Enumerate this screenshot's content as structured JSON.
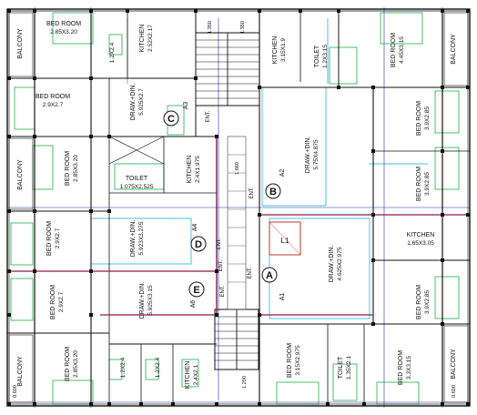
{
  "rooms": [
    {
      "id": "bed-tl-1",
      "name": "BED ROOM",
      "dim": "2.85X3.20",
      "color": "#111111",
      "rot": 0
    },
    {
      "id": "kitchen-tl",
      "name": "KITCHEN",
      "dim": "2.52X2.17",
      "color": "#1e5cc8",
      "rot": -90
    },
    {
      "id": "wc-tl",
      "name": "",
      "dim": "1.2X2.4",
      "color": "#111111",
      "rot": -90
    },
    {
      "id": "bed-l-2",
      "name": "BED ROOM",
      "dim": "2.9X2.7",
      "color": "#111111",
      "rot": 0
    },
    {
      "id": "draw-tl",
      "name": "DRAW.+DIN.",
      "dim": "5.925X2.7",
      "color": "#111111",
      "rot": -90
    },
    {
      "id": "bed-l-3",
      "name": "BED ROOM",
      "dim": "2.85X3.20",
      "color": "#111111",
      "rot": -90
    },
    {
      "id": "toilet-l",
      "name": "TOILET",
      "dim": "1.075X2.525",
      "color": "#1a9a3a",
      "rot": 0
    },
    {
      "id": "kitchen-l",
      "name": "KITCHEN",
      "dim": "2.4X1.975",
      "color": "#1e5cc8",
      "rot": -90
    },
    {
      "id": "bed-l-4",
      "name": "BED ROOM",
      "dim": "2.9X2.7",
      "color": "#111111",
      "rot": -90
    },
    {
      "id": "draw-l",
      "name": "DRAW.+DIN.",
      "dim": "5.923X3.275",
      "color": "#111111",
      "rot": -90
    },
    {
      "id": "bed-l-5",
      "name": "BED ROOM",
      "dim": "2.9X2.7",
      "color": "#111111",
      "rot": -90
    },
    {
      "id": "draw-bl",
      "name": "DRAW.+DIN.",
      "dim": "5.925X3.15",
      "color": "#111111",
      "rot": -90
    },
    {
      "id": "bed-bl",
      "name": "BED ROOM",
      "dim": "2.85X3.20",
      "color": "#111111",
      "rot": -90
    },
    {
      "id": "wc-bl-1",
      "name": "",
      "dim": "1.2X2.4",
      "color": "#111111",
      "rot": -90
    },
    {
      "id": "wc-bl-2",
      "name": "",
      "dim": "1.2X2.4",
      "color": "#111111",
      "rot": -90
    },
    {
      "id": "kitchen-bl",
      "name": "KITCHEN",
      "dim": "2.4X2.1",
      "color": "#1e5cc8",
      "rot": -90
    },
    {
      "id": "kitchen-tr",
      "name": "KITCHEN",
      "dim": "3.15X1.9",
      "color": "#1e5cc8",
      "rot": -90
    },
    {
      "id": "toilet-tr",
      "name": "TOILET",
      "dim": "1.2X3.15",
      "color": "#1a9a3a",
      "rot": -90
    },
    {
      "id": "bed-tr",
      "name": "BED ROOM",
      "dim": "4.45X3.15",
      "color": "#111111",
      "rot": -90
    },
    {
      "id": "bed-r-2",
      "name": "BED ROOM",
      "dim": "3.9X2.85",
      "color": "#111111",
      "rot": -90
    },
    {
      "id": "draw-r",
      "name": "DRAW.+DIN.",
      "dim": "5.75X4.875",
      "color": "#111111",
      "rot": -90
    },
    {
      "id": "bed-r-3",
      "name": "BED ROOM",
      "dim": "3.9X2.85",
      "color": "#111111",
      "rot": -90
    },
    {
      "id": "kitchen-r",
      "name": "KITCHEN",
      "dim": "1.65X3.05",
      "color": "#1e5cc8",
      "rot": 0
    },
    {
      "id": "draw-br",
      "name": "DRAW.+DIN.",
      "dim": "4.625X2.975",
      "color": "#111111",
      "rot": -90
    },
    {
      "id": "bed-r-4",
      "name": "BED ROOM",
      "dim": "3.9X2.85",
      "color": "#111111",
      "rot": -90
    },
    {
      "id": "bed-b",
      "name": "BED ROOM",
      "dim": "3.15X2.975",
      "color": "#111111",
      "rot": -90
    },
    {
      "id": "toilet-b",
      "name": "TOILET",
      "dim": "1.35X2.1",
      "color": "#1a9a3a",
      "rot": -90
    },
    {
      "id": "bed-br",
      "name": "BED ROOM",
      "dim": "3.3X3.15",
      "color": "#111111",
      "rot": -90
    }
  ],
  "balconies": [
    "BALCONY",
    "BALCONY",
    "BALCONY",
    "BALCONY",
    "BALCONY",
    "BALCONY"
  ],
  "unit_markers": [
    "C",
    "B",
    "D",
    "E",
    "A"
  ],
  "unit_tags": [
    "A3",
    "A2",
    "A4",
    "A6",
    "A1"
  ],
  "entry_labels": [
    "ENT.",
    "ENT.",
    "ENT.",
    "ENT.",
    "ENT.",
    "ENT."
  ],
  "dimension_labels": [
    "1.350",
    "1.350",
    "1.860",
    "1.200",
    "0.600",
    "0.600"
  ],
  "lift_label": "L1",
  "colors": {
    "wall": "#111111",
    "balcony": "#1a1a1a",
    "unit_line": "#8a1a4a",
    "grid": "#2a2aa0",
    "furniture": "#22b04a",
    "kitchen_text": "#1e5cc8",
    "toilet_text": "#1a9a3a",
    "unit_tag": "#b0309a",
    "lift": "#c0392b",
    "cyan": "#00a6d6"
  }
}
